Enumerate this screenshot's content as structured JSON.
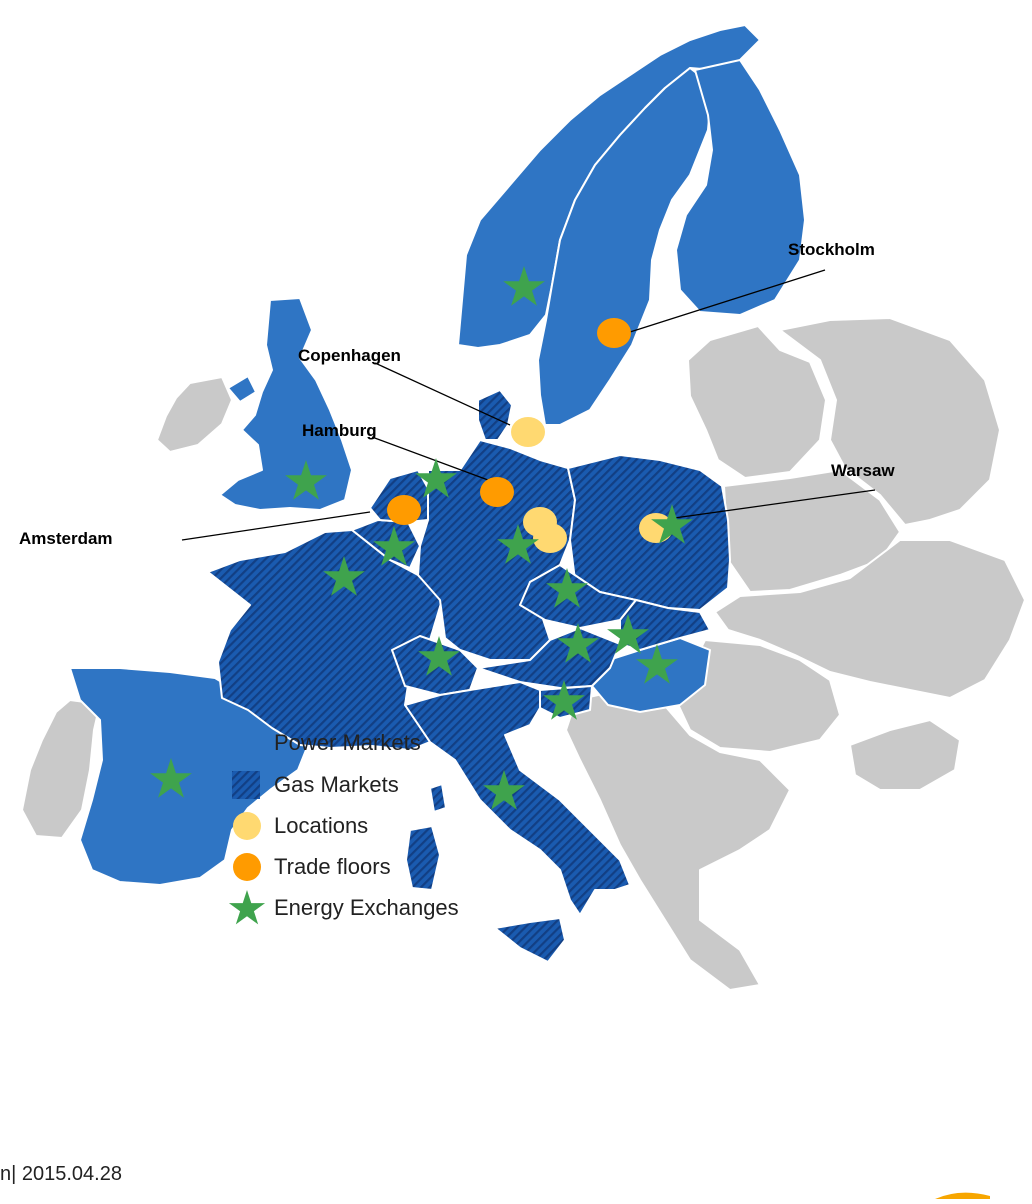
{
  "colors": {
    "power": "#2F75C4",
    "gas": "#1A5BB0",
    "gas_stripe": "#123F84",
    "other": "#C9C9C9",
    "border": "#FFFFFF",
    "location": "#FFD971",
    "trade_floor": "#FF9B00",
    "exchange": "#3FA34D",
    "brand_arc": "#F7A600"
  },
  "cities": {
    "stockholm": "Stockholm",
    "copenhagen": "Copenhagen",
    "hamburg": "Hamburg",
    "warsaw": "Warsaw",
    "amsterdam": "Amsterdam"
  },
  "legend": {
    "power": "Power Markets",
    "gas": "Gas Markets",
    "locations": "Locations",
    "trade_floors": "Trade floors",
    "exchanges": "Energy Exchanges"
  },
  "footer": {
    "text": "n| 2015.04.28"
  }
}
